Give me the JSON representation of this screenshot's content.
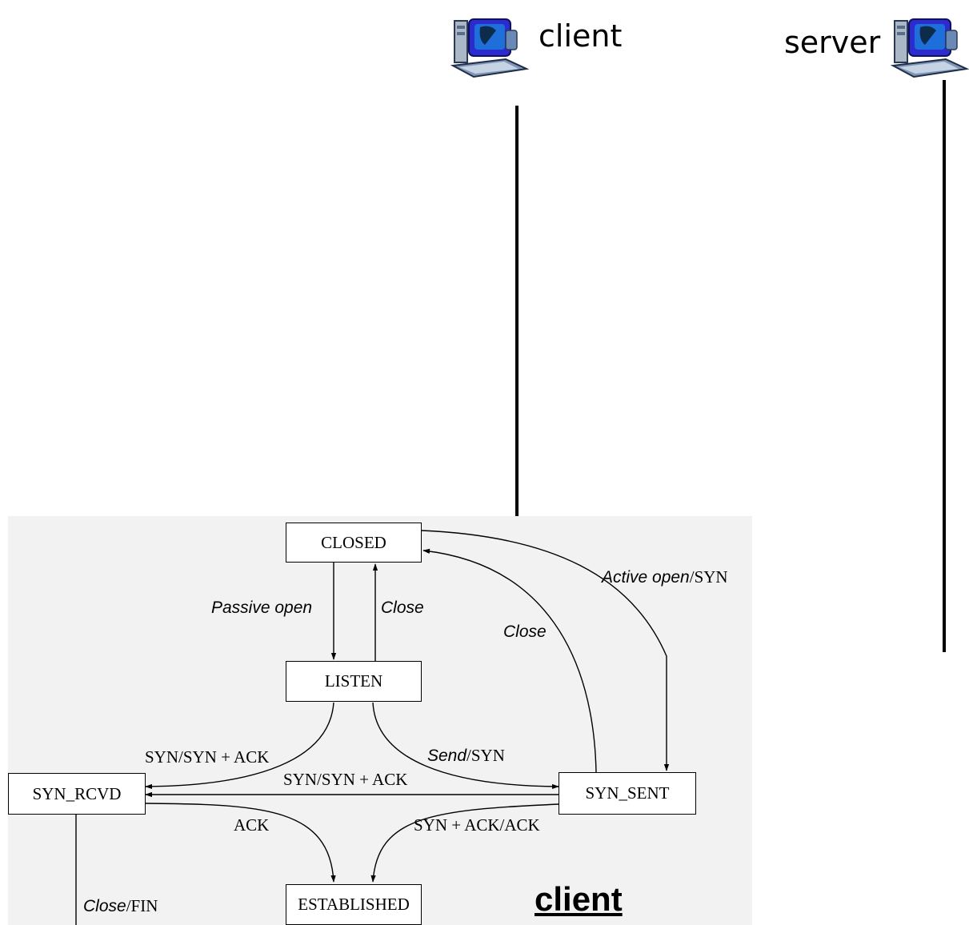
{
  "hosts": {
    "client_label": "client",
    "server_label": "server",
    "icon": "desktop-computer-icon"
  },
  "fsm": {
    "states": {
      "closed": "CLOSED",
      "listen": "LISTEN",
      "syn_rcvd": "SYN_RCVD",
      "syn_sent": "SYN_SENT",
      "established": "ESTABLISHED"
    },
    "transitions": {
      "passive_open": "Passive open",
      "close_listen": "Close",
      "close_syn_sent": "Close",
      "active_open_event": "Active open",
      "active_open_action": "/SYN",
      "listen_to_rcvd": "SYN/SYN + ACK",
      "send_event": "Send",
      "send_action": "/SYN",
      "sent_to_rcvd": "SYN/SYN + ACK",
      "ack": "ACK",
      "synack_ack": "SYN + ACK/ACK",
      "close_fin_event": "Close",
      "close_fin_action": "/FIN"
    }
  },
  "caption": "client",
  "colors": {
    "panel_background": "#f2f2f2",
    "monitor_screen": "#1e6fd9",
    "monitor_body": "#2b2bd0"
  }
}
